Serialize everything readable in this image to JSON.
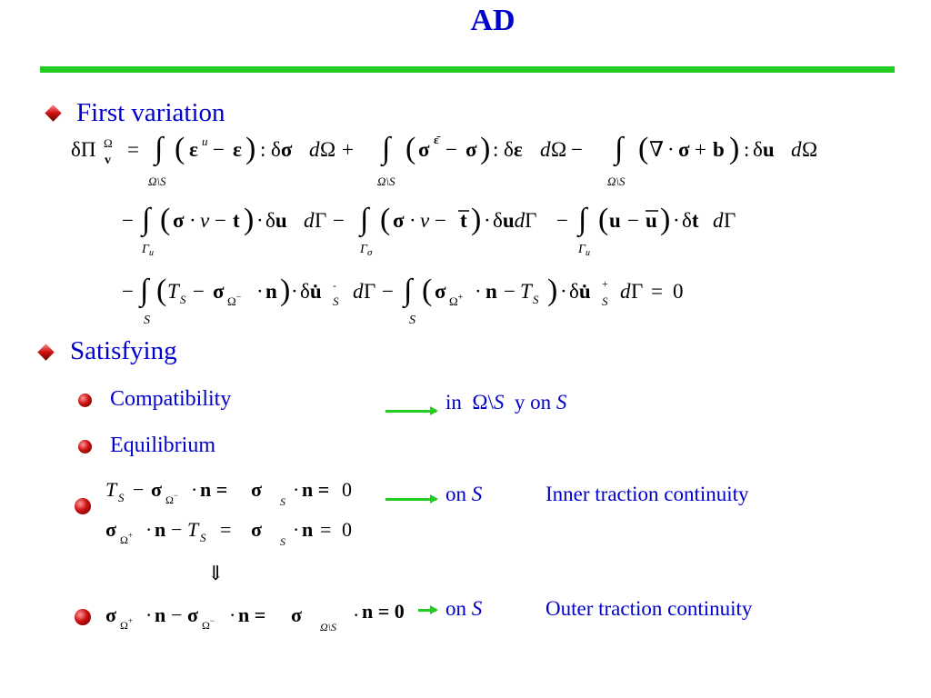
{
  "slide": {
    "title": "AD",
    "accent_color": "#0000cc",
    "rule_color": "#22cc22"
  },
  "sections": {
    "first_variation": "First variation",
    "satisfying": "Satisfying"
  },
  "equation_variation": {
    "line1": "δΠ Ω/v = ∫Ω\\S (ε̄ᵘ − ε) : δσ dΩ + ∫Ω\\S (σ̄ε̄ − σ) : δε dΩ − ∫Ω\\S (∇ · σ + b) : δu dΩ",
    "line2": "− ∫Γu (σ · ν − t) · δu dΓ − ∫Γσ (σ · ν − t̄) · δu dΓ − ∫Γu (u − ū) · δt dΓ",
    "line3": "− ∫S (TS − σΩ⁻ · n) · δu̇⁻S dΓ − ∫S (σΩ⁺ · n − TS) · δu̇⁺S dΓ = 0"
  },
  "items": {
    "compatibility": "Compatibility",
    "compatibility_note": "in  Ω\\S  y on S",
    "equilibrium": "Equilibrium",
    "traction_eq1": "TS − σΩ⁻ · n =   σ   S · n = 0",
    "traction_eq2": "σΩ⁺ · n − TS  =   σ   S · n = 0",
    "implies": "⇓",
    "inner_on": "on S",
    "inner_label": "Inner traction continuity",
    "outer_eq": "σΩ⁺ · n − σΩ⁻ · n =   σ   Ω\\S · n = 0",
    "outer_on": "on S",
    "outer_label": "Outer traction continuity"
  }
}
